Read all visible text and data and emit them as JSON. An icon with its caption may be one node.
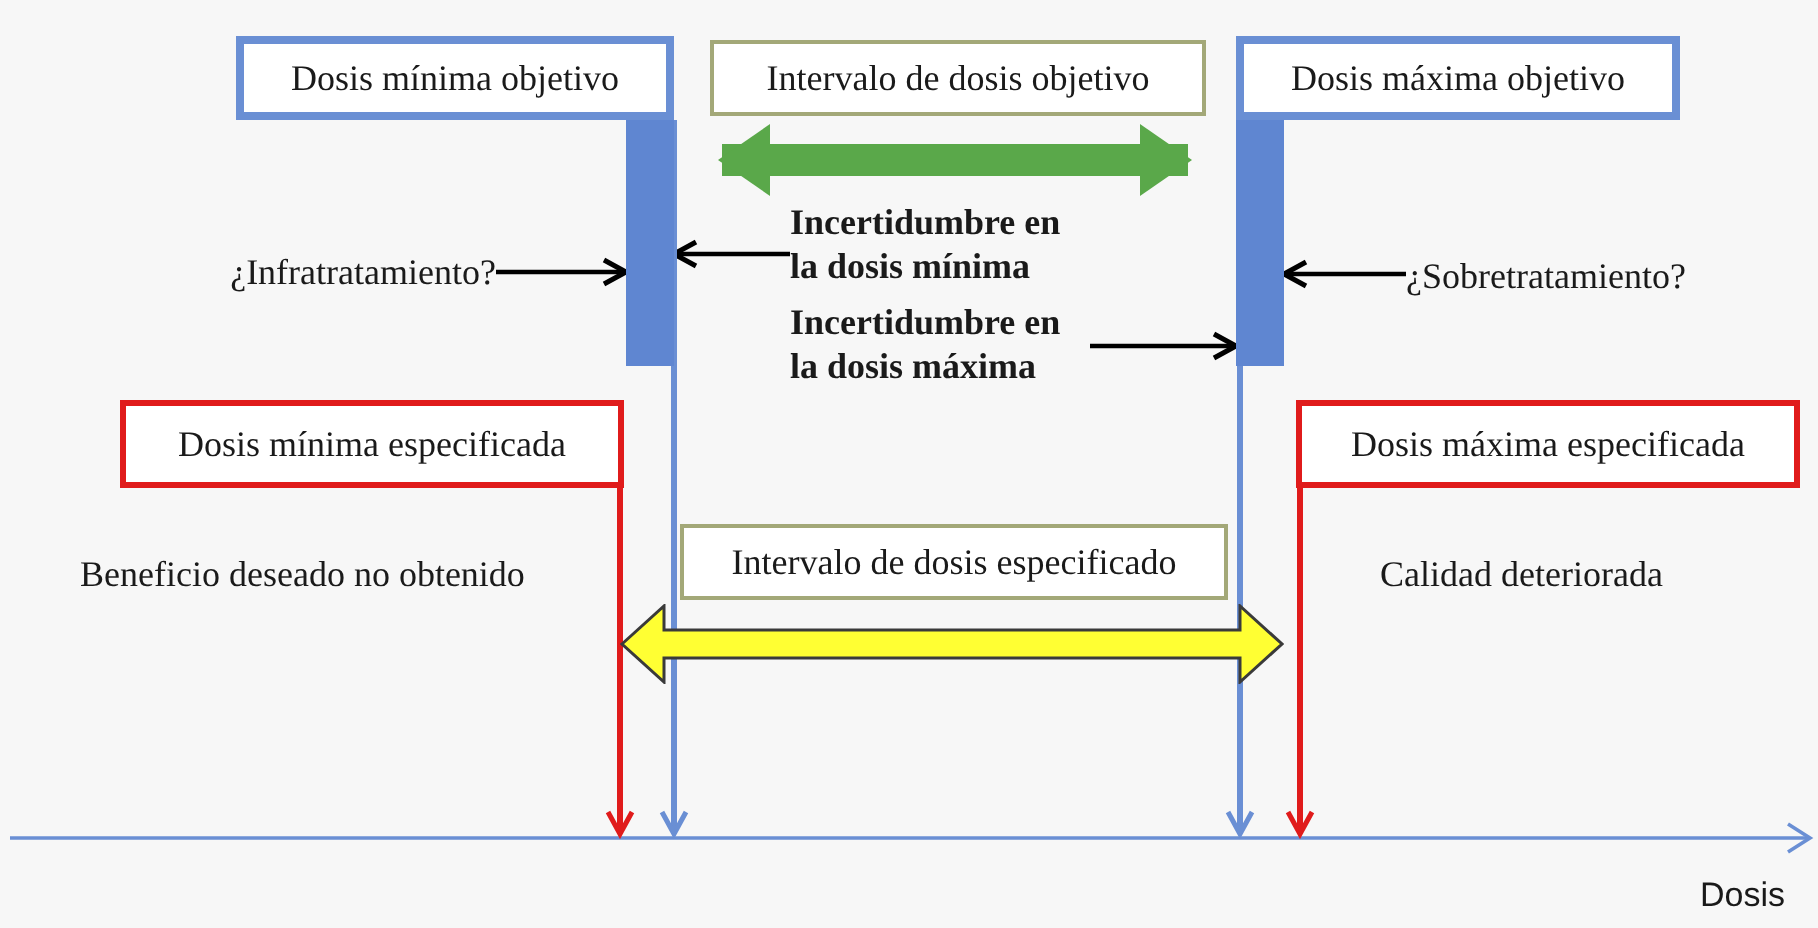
{
  "diagram": {
    "nodes": [
      {
        "text": [
          "Dosis mínima objetivo"
        ]
      },
      {
        "text": [
          "Intervalo de dosis objetivo"
        ]
      },
      {
        "text": [
          "Dosis máxima objetivo"
        ]
      },
      {
        "text": [
          "¿Infratratamiento?"
        ]
      },
      {
        "text": [],
        "shape": "bar"
      },
      {
        "text": [
          "Incertidumbre en la dosis mínima"
        ]
      },
      {
        "text": [
          "Incertidumbre en la dosis máxima"
        ]
      },
      {
        "text": [],
        "shape": "bar"
      },
      {
        "text": [
          "¿Sobretratamiento?"
        ]
      },
      {
        "text": [
          "Dosis mínima especificada"
        ]
      },
      {
        "text": [
          "Dosis máxima especificada"
        ]
      },
      {
        "text": [
          "Intervalo de dosis especificado"
        ]
      },
      {
        "text": [],
        "shape": "arrow"
      }
    ],
    "edges": [
      {
        "from": 3,
        "to": 4,
        "arrow": "to"
      },
      {
        "from": 5,
        "to": 4,
        "arrow": "to"
      },
      {
        "from": 8,
        "to": 7,
        "arrow": "to"
      },
      {
        "from": 6,
        "to": 7,
        "arrow": "to"
      },
      {
        "from": 4,
        "to": 7,
        "arrow": "both",
        "style": "thick",
        "color": "#5aa84a"
      },
      {
        "from": 0,
        "to": null,
        "arrow": "to",
        "color": "#6a8fd4"
      },
      {
        "from": 2,
        "to": null,
        "arrow": "to",
        "color": "#6a8fd4"
      },
      {
        "from": 9,
        "to": null,
        "arrow": "to",
        "color": "#e01b1b"
      },
      {
        "from": 10,
        "to": null,
        "arrow": "to",
        "color": "#e01b1b"
      }
    ],
    "labels": [
      "Beneficio deseado no obtenido",
      "Calidad deteriorada",
      "Dosis"
    ]
  }
}
